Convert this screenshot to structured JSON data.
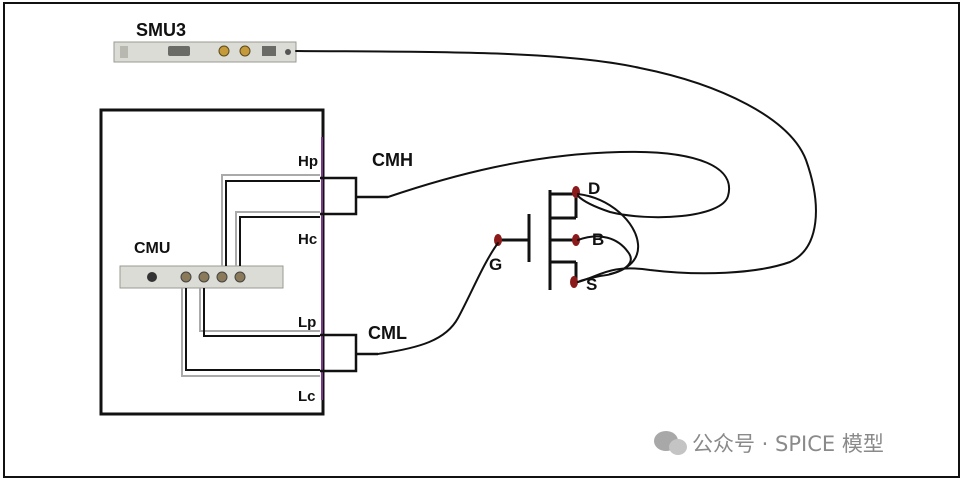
{
  "labels": {
    "smu3": "SMU3",
    "cmu": "CMU",
    "cmh": "CMH",
    "cml": "CML",
    "hp": "Hp",
    "hc": "Hc",
    "lp": "Lp",
    "lc": "Lc",
    "drain": "D",
    "bulk": "B",
    "source": "S",
    "gate": "G"
  },
  "watermark": "公众号 · SPICE 模型",
  "colors": {
    "wire": "#111111",
    "terminal_dot": "#8b1a1a",
    "panel_edge": "#7a3a8a",
    "module_fill": "#dcdcd6"
  }
}
